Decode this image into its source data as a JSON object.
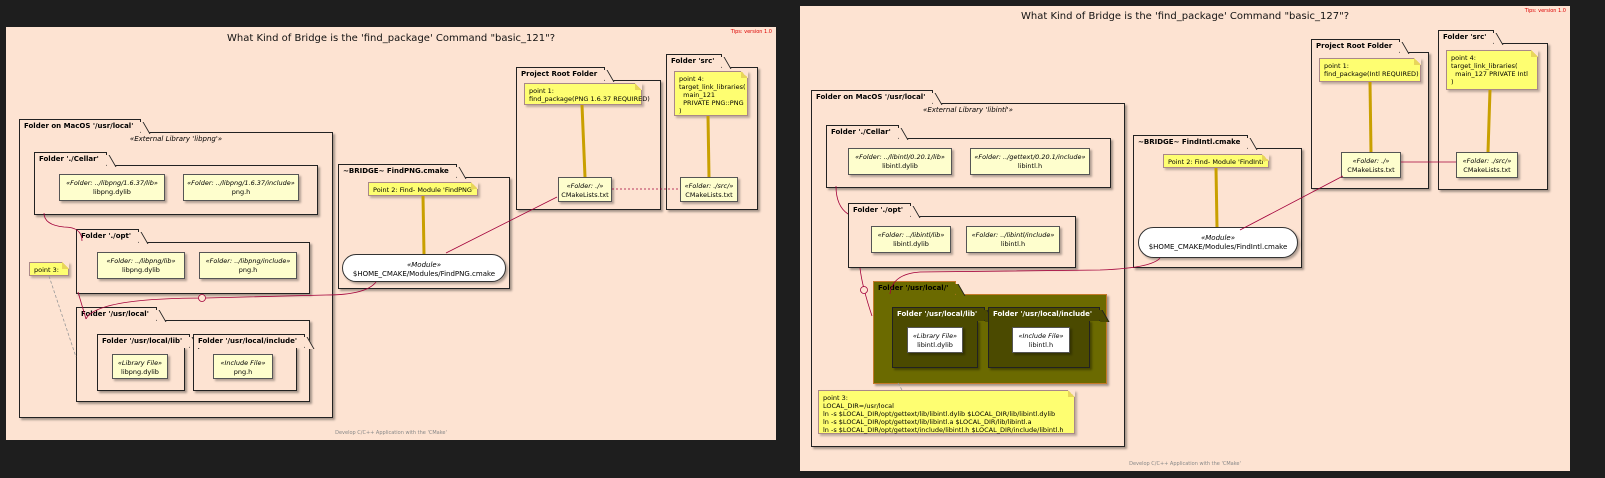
{
  "left": {
    "title": "What Kind of Bridge is the 'find_package' Command \"basic_121\"?",
    "tips": "Tips: version 1.0",
    "footer": "Develop C/C++ Application with the 'CMake'",
    "macos_folder": "Folder on MacOS '/usr/local'",
    "external_lib": "«External Library 'libpng'»",
    "cellar": "Folder './Cellar'",
    "cellar_lib_stereo": "«Folder: ../libpng/1.6.37/lib»",
    "cellar_lib_name": "libpng.dylib",
    "cellar_inc_stereo": "«Folder: ../libpng/1.6.37/include»",
    "cellar_inc_name": "png.h",
    "opt": "Folder './opt'",
    "opt_lib_stereo": "«Folder: ../libpng/lib»",
    "opt_lib_name": "libpng.dylib",
    "opt_inc_stereo": "«Folder: ../libpng/include»",
    "opt_inc_name": "png.h",
    "local": "Folder '/usr/local'",
    "local_lib": "Folder '/usr/local/lib'",
    "local_lib_stereo": "«Library File»",
    "local_lib_name": "libpng.dylib",
    "local_inc": "Folder '/usr/local/include'",
    "local_inc_stereo": "«Include File»",
    "local_inc_name": "png.h",
    "point3": "point 3:",
    "bridge_tab": "~BRIDGE~ FindPNG.cmake",
    "bridge_note": "Point 2: Find- Module 'FindPNG'",
    "module_stereo": "«Module»",
    "module_name": "$HOME_CMAKE/Modules/FindPNG.cmake",
    "project": "Project Root Folder",
    "point1": "point 1:\nfind_package(PNG 1.6.37 REQUIRED)",
    "proj_stereo": "«Folder: ./»",
    "proj_name": "CMakeLists.txt",
    "src": "Folder 'src'",
    "point4": "point 4:\ntarget_link_libraries(\n  main_121\n  PRIVATE PNG::PNG\n)",
    "src_stereo": "«Folder: ./src/»",
    "src_name": "CMakeLists.txt"
  },
  "right": {
    "title": "What Kind of Bridge is the 'find_package' Command \"basic_127\"?",
    "tips": "Tips: version 1.0",
    "footer": "Develop C/C++ Application with the 'CMake'",
    "macos_folder": "Folder on MacOS '/usr/local'",
    "external_lib": "«External Library 'libintl'»",
    "cellar": "Folder './Cellar'",
    "cellar_lib_stereo": "«Folder: ../libintl/0.20.1/lib»",
    "cellar_lib_name": "libintl.dylib",
    "cellar_inc_stereo": "«Folder: ../gettext/0.20.1/include»",
    "cellar_inc_name": "libintl.h",
    "opt": "Folder './opt'",
    "opt_lib_stereo": "«Folder: ../libintl/lib»",
    "opt_lib_name": "libintl.dylib",
    "opt_inc_stereo": "«Folder: ../libintl/include»",
    "opt_inc_name": "libintl.h",
    "local": "Folder '/usr/local/'",
    "local_lib": "Folder '/usr/local/lib'",
    "local_lib_stereo": "«Library File»",
    "local_lib_name": "libintl.dylib",
    "local_inc": "Folder '/usr/local/include'",
    "local_inc_stereo": "«Include File»",
    "local_inc_name": "libintl.h",
    "point3": "point 3:\nLOCAL_DIR=/usr/local\nln -s $LOCAL_DIR/opt/gettext/lib/libintl.dylib $LOCAL_DIR/lib/libintl.dylib\nln -s $LOCAL_DIR/opt/gettext/lib/libintl.a $LOCAL_DIR/lib/libintl.a\nln -s $LOCAL_DIR/opt/gettext/include/libintl.h $LOCAL_DIR/include/libintl.h",
    "bridge_tab": "~BRIDGE~ FindIntl.cmake",
    "bridge_note": "Point 2: Find- Module 'FindIntl'",
    "module_stereo": "«Module»",
    "module_name": "$HOME_CMAKE/Modules/FindIntl.cmake",
    "project": "Project Root Folder",
    "point1": "point 1:\nfind_package(Intl REQUIRED)",
    "proj_stereo": "«Folder: ./»",
    "proj_name": "CMakeLists.txt",
    "src": "Folder 'src'",
    "point4": "point 4:\ntarget_link_libraries(\n  main_127 PRIVATE Intl\n)",
    "src_stereo": "«Folder: ./src/»",
    "src_name": "CMakeLists.txt"
  },
  "colors": {
    "panel_bg": "#fde3d2",
    "link": "#a3003a",
    "note": "#fefe71",
    "olive": "#6b6a00"
  }
}
